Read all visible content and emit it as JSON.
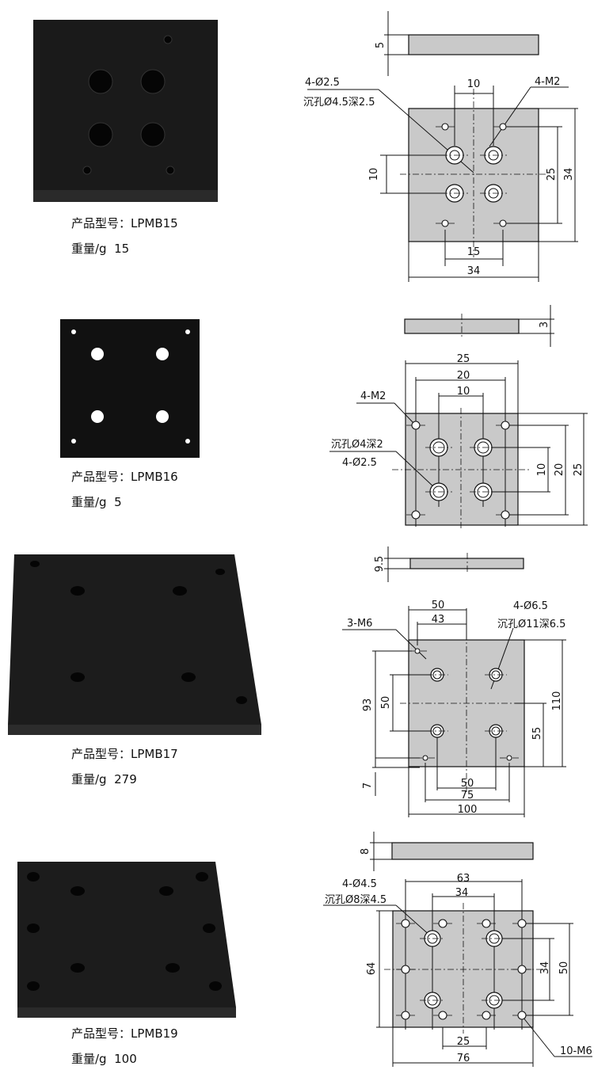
{
  "products": [
    {
      "model_label": "产品型号：LPMB15",
      "weight_label": "重量/g  15",
      "dims": {
        "thickness": "5",
        "hole_note": "4-Ø2.5",
        "counterbore_note": "沉孔Ø4.5深2.5",
        "top_spacing": "10",
        "thread_note": "4-M2",
        "left_spacing": "10",
        "inner_height": "25",
        "outer_height": "34",
        "bottom_spacing": "15",
        "width": "34"
      }
    },
    {
      "model_label": "产品型号：LPMB16",
      "weight_label": "重量/g  5",
      "dims": {
        "thickness": "3",
        "width": "25",
        "mid_width": "20",
        "inner_width": "10",
        "thread_note": "4-M2",
        "counterbore_note": "沉孔Ø4深2",
        "hole_note": "4-Ø2.5",
        "inner_height": "10",
        "mid_height": "20",
        "outer_height": "25"
      }
    },
    {
      "model_label": "产品型号：LPMB17",
      "weight_label": "重量/g  279",
      "dims": {
        "thickness": "9.5",
        "top_width": "50",
        "top_offset": "43",
        "thread_note": "3-M6",
        "hole_note": "4-Ø6.5",
        "counterbore_note": "沉孔Ø11深6.5",
        "left_height": "93",
        "left_spacing": "50",
        "outer_height": "110",
        "right_height": "55",
        "bottom_offset": "7",
        "bottom_spacing": "50",
        "bottom_mid": "75",
        "width": "100"
      }
    },
    {
      "model_label": "产品型号：LPMB19",
      "weight_label": "重量/g  100",
      "dims": {
        "thickness": "8",
        "top_width": "63",
        "top_inner": "34",
        "hole_note": "4-Ø4.5",
        "counterbore_note": "沉孔Ø8深4.5",
        "left_height": "64",
        "right_inner": "34",
        "right_outer": "50",
        "bottom_spacing": "25",
        "width": "76",
        "thread_note": "10-M6"
      }
    }
  ]
}
